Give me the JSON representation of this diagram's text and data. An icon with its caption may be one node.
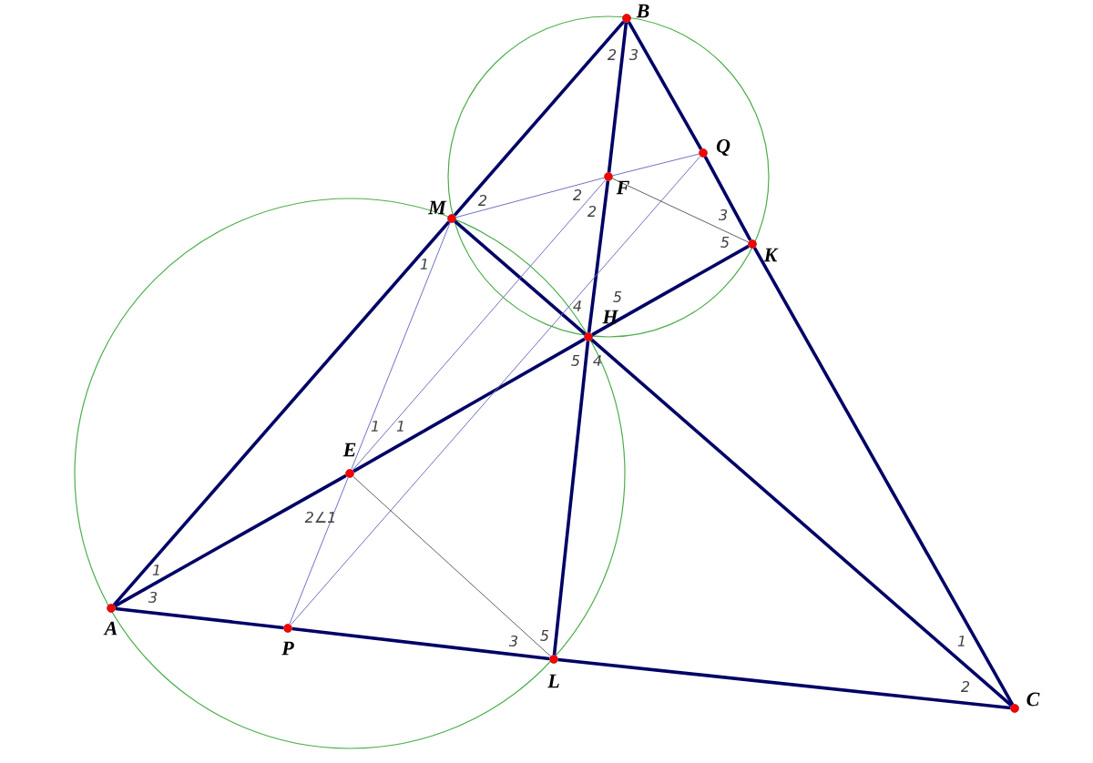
{
  "diagram": {
    "nodes": [
      {
        "text": [],
        "shape": "circle",
        "beside": [
          "B"
        ]
      },
      {
        "text": [],
        "shape": "circle",
        "beside": [
          "Q"
        ]
      },
      {
        "text": [],
        "shape": "circle",
        "beside": [
          "M"
        ]
      },
      {
        "text": [],
        "shape": "circle",
        "beside": [
          "F"
        ]
      },
      {
        "text": [],
        "shape": "circle",
        "beside": [
          "K"
        ]
      },
      {
        "text": [],
        "shape": "circle",
        "beside": [
          "H"
        ]
      },
      {
        "text": [],
        "shape": "circle",
        "beside": [
          "E"
        ]
      },
      {
        "text": [],
        "shape": "circle",
        "beside": [
          "A"
        ]
      },
      {
        "text": [],
        "shape": "circle",
        "beside": [
          "P"
        ]
      },
      {
        "text": [],
        "shape": "circle",
        "beside": [
          "L"
        ]
      },
      {
        "text": [],
        "shape": "circle",
        "beside": [
          "C"
        ]
      }
    ],
    "edges": [
      {
        "from": 7,
        "to": 2,
        "arrow": "none"
      },
      {
        "from": 2,
        "to": 0,
        "arrow": "none"
      },
      {
        "from": 0,
        "to": 1,
        "arrow": "none"
      },
      {
        "from": 1,
        "to": 4,
        "arrow": "none"
      },
      {
        "from": 4,
        "to": 10,
        "arrow": "none"
      },
      {
        "from": 7,
        "to": 8,
        "arrow": "none"
      },
      {
        "from": 8,
        "to": 9,
        "arrow": "none"
      },
      {
        "from": 9,
        "to": 10,
        "arrow": "none"
      },
      {
        "from": 0,
        "to": 3,
        "arrow": "none"
      },
      {
        "from": 3,
        "to": 5,
        "arrow": "none"
      },
      {
        "from": 5,
        "to": 9,
        "arrow": "none"
      },
      {
        "from": 7,
        "to": 6,
        "arrow": "none"
      },
      {
        "from": 6,
        "to": 5,
        "arrow": "none"
      },
      {
        "from": 5,
        "to": 4,
        "arrow": "none"
      },
      {
        "from": 2,
        "to": 5,
        "arrow": "none"
      },
      {
        "from": 5,
        "to": 10,
        "arrow": "none"
      },
      {
        "from": 2,
        "to": 3,
        "arrow": "none",
        "color": "#7070c0"
      },
      {
        "from": 3,
        "to": 1,
        "arrow": "none",
        "color": "#7070c0"
      },
      {
        "from": 2,
        "to": 6,
        "arrow": "none",
        "color": "#7070c0"
      },
      {
        "from": 6,
        "to": 8,
        "arrow": "none",
        "color": "#7070c0"
      },
      {
        "from": 6,
        "to": 3,
        "arrow": "none",
        "color": "#7070c0"
      },
      {
        "from": 8,
        "to": 1,
        "arrow": "none",
        "color": "#7070c0"
      },
      {
        "from": 3,
        "to": 4,
        "arrow": "none",
        "color": "#606060"
      },
      {
        "from": 6,
        "to": 9,
        "arrow": "none",
        "color": "#606060"
      }
    ],
    "labels": [
      "2",
      "3",
      "2",
      "2",
      "2",
      "3",
      "1",
      "5",
      "5",
      "4",
      "5",
      "4",
      "1",
      "1",
      "2∠1",
      "1",
      "3",
      "3",
      "5",
      "1",
      "2"
    ]
  }
}
